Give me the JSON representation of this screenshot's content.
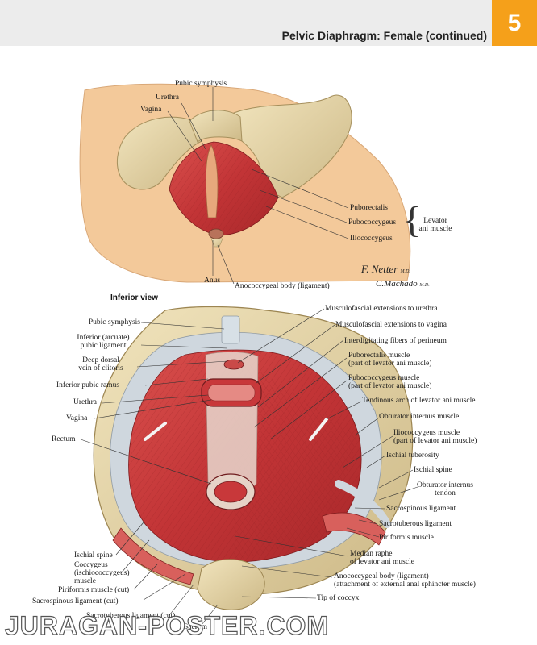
{
  "header": {
    "title": "Pelvic Diaphragm: Female (continued)",
    "chapter_number": "5"
  },
  "top_view": {
    "labels": {
      "pubic_symphysis": "Pubic symphysis",
      "urethra": "Urethra",
      "vagina": "Vagina",
      "puborectalis": "Puborectalis",
      "pubococcygeus": "Pubococcygeus",
      "iliococcygeus": "Iliococcygeus",
      "levator_line1": "Levator",
      "levator_line2": "ani muscle",
      "anus": "Anus",
      "anococcygeal_body": "Anococcygeal body (ligament)"
    },
    "signature": {
      "line1": "F. Netter",
      "line2": "M.D.",
      "line3": "C.Machado",
      "line4": "M.D."
    }
  },
  "inferior_view": {
    "title": "Inferior view",
    "left_labels": {
      "pubic_symphysis": "Pubic symphysis",
      "inferior_pubic_ligament_1": "Inferior (arcuate)",
      "inferior_pubic_ligament_2": "pubic ligament",
      "deep_dorsal_vein_1": "Deep dorsal",
      "deep_dorsal_vein_2": "vein of clitoris",
      "inferior_pubic_ramus": "Inferior pubic ramus",
      "urethra": "Urethra",
      "vagina": "Vagina",
      "rectum": "Rectum",
      "ischial_spine": "Ischial spine",
      "coccygeus_1": "Coccygeus",
      "coccygeus_2": "(ischiococcygeus)",
      "coccygeus_3": "muscle",
      "piriformis_cut": "Piriformis muscle (cut)",
      "sacrospinous_cut": "Sacrospinous ligament (cut)",
      "sacrotuberous_cut": "Sacrotuberous ligament (cut)",
      "sacrum": "Sacrum"
    },
    "right_labels": {
      "musculofascial_urethra": "Musculofascial extensions to urethra",
      "musculofascial_vagina": "Musculofascial extensions to vagina",
      "interdigitating": "Interdigitating fibers of perineum",
      "puborectalis_1": "Puborectalis muscle",
      "puborectalis_2": "(part of levator ani muscle)",
      "pubococcygeus_1": "Pubococcygeus muscle",
      "pubococcygeus_2": "(part of levator ani muscle)",
      "tendinous_arch": "Tendinous arch of levator ani muscle",
      "obturator_internus": "Obturator internus muscle",
      "iliococcygeus_1": "Iliococcygeus muscle",
      "iliococcygeus_2": "(part of levator ani muscle)",
      "ischial_tuberosity": "Ischial tuberosity",
      "ischial_spine": "Ischial spine",
      "obturator_tendon_1": "Obturator internus",
      "obturator_tendon_2": "tendon",
      "sacrospinous": "Sacrospinous ligament",
      "sacrotuberous": "Sacrotuberous ligament",
      "piriformis": "Piriformis muscle",
      "median_raphe_1": "Median raphe",
      "median_raphe_2": "of levator ani muscle",
      "anococcygeal_1": "Anococcygeal body (ligament)",
      "anococcygeal_2": "(attachment of external anal sphincter muscle)",
      "tip_of_coccyx": "Tip of coccyx"
    }
  },
  "watermark": "JURAGAN-POSTER.COM",
  "colors": {
    "header_bg": "#ececec",
    "chapter_tab": "#f5a01a",
    "skin": "#f3c99a",
    "muscle": "#c8383a",
    "muscle_dark": "#9e2426",
    "bone": "#e6d6a8",
    "fascia": "#cfd7de"
  }
}
